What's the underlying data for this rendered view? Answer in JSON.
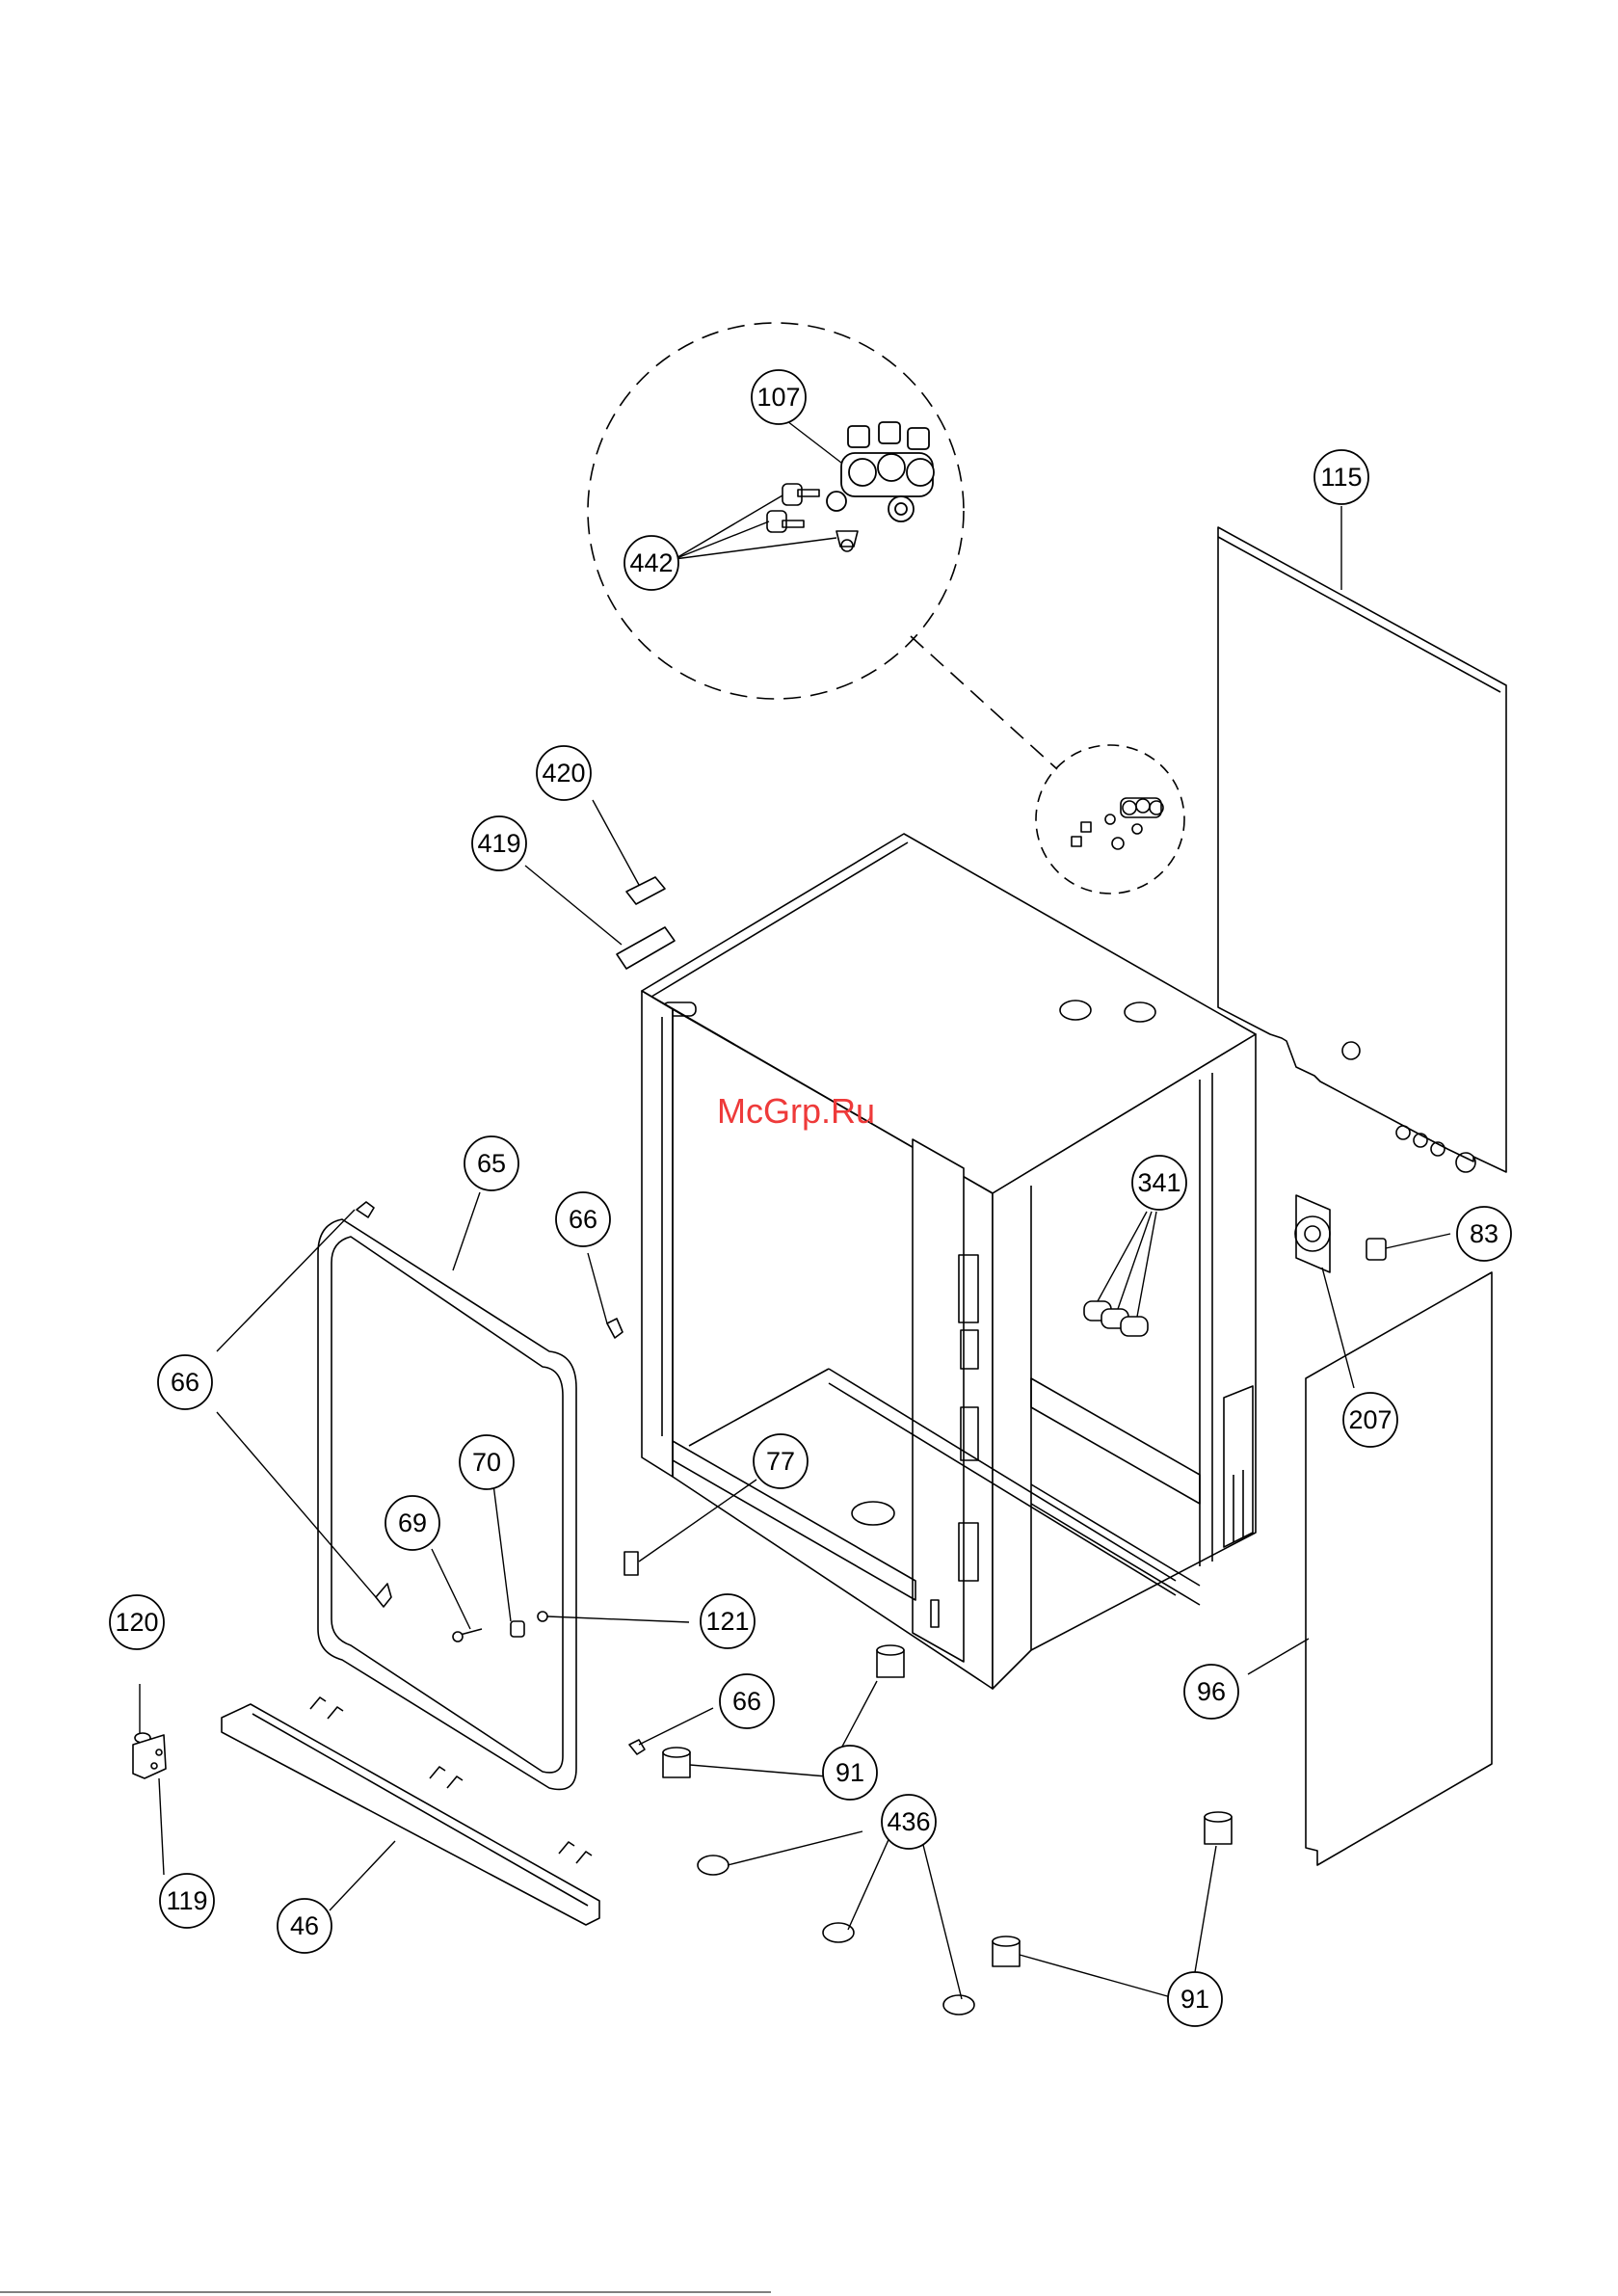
{
  "watermark": "McGrp.Ru",
  "callouts": [
    "107",
    "442",
    "115",
    "420",
    "419",
    "65",
    "66",
    "66",
    "341",
    "83",
    "207",
    "70",
    "77",
    "69",
    "121",
    "120",
    "66",
    "91",
    "96",
    "436",
    "119",
    "46",
    "91"
  ],
  "colors": {
    "line": "#000000",
    "watermark": "#ee3a3a",
    "background": "#ffffff"
  }
}
